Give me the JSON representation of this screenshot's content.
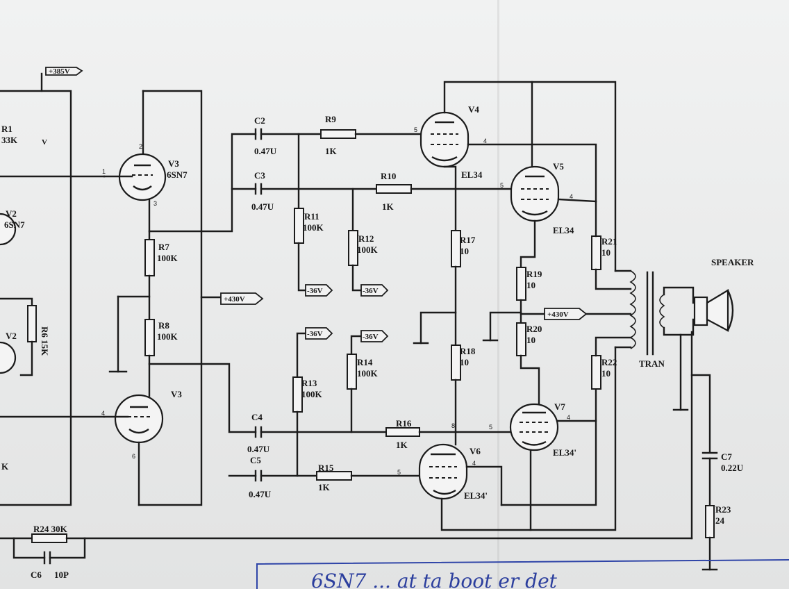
{
  "supply": {
    "b_plus_385": "+385V",
    "b_plus_430_left": "+430V",
    "b_plus_430_right": "+430V",
    "bias": [
      "-36V",
      "-36V",
      "-36V",
      "-36V"
    ]
  },
  "tubes": {
    "v2": "V2",
    "v2_type": "6SN7",
    "v2_low": "V2",
    "v3_top": "V3",
    "v3_top_type": "6SN7",
    "v3_bot": "V3",
    "v4": "V4",
    "v4_type": "EL34",
    "v5": "V5",
    "v5_type": "EL34",
    "v6": "V6",
    "v6_type": "EL34'",
    "v7": "V7",
    "v7_type": "EL34'"
  },
  "resistors": {
    "r1_frag": "R1",
    "r1_val_frag": "33K",
    "r7": "R7",
    "r7_v": "100K",
    "r8": "R8",
    "r8_v": "100K",
    "r6": "R6",
    "r6_v": "15K",
    "r9": "R9",
    "r9_v": "1K",
    "r10": "R10",
    "r10_v": "1K",
    "r11": "R11",
    "r11_v": "100K",
    "r12": "R12",
    "r12_v": "100K",
    "r13": "R13",
    "r13_v": "100K",
    "r14": "R14",
    "r14_v": "100K",
    "r15": "R15",
    "r15_v": "1K",
    "r16": "R16",
    "r16_v": "1K",
    "r17": "R17",
    "r17_v": "10",
    "r18": "R18",
    "r18_v": "10",
    "r19": "R19",
    "r19_v": "10",
    "r20": "R20",
    "r20_v": "10",
    "r21": "R21",
    "r21_v": "10",
    "r22": "R22",
    "r22_v": "10",
    "r23": "R23",
    "r23_v": "24",
    "r24": "R24",
    "r24_v": "30K"
  },
  "capacitors": {
    "c2": "C2",
    "c2_v": "0.47U",
    "c3": "C3",
    "c3_v": "0.47U",
    "c4": "C4",
    "c4_v": "0.47U",
    "c5": "C5",
    "c5_v": "0.47U",
    "c6": "C6",
    "c6_v": "10P",
    "c7": "C7",
    "c7_v": "0.22U"
  },
  "output": {
    "transformer": "TRAN",
    "speaker": "SPEAKER"
  },
  "pins": {
    "p1": "1",
    "p2": "2",
    "p3": "3",
    "p4": "4",
    "p5": "5",
    "p6": "6",
    "p8": "8"
  },
  "handwriting": "6SN7 ... at ta boot er det",
  "fragments": {
    "left_k": "K",
    "left_v": "V"
  }
}
